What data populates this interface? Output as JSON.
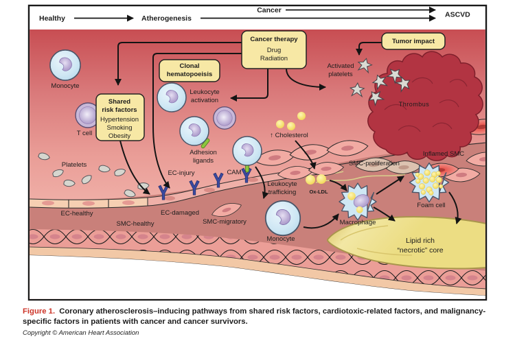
{
  "figure": {
    "timeline": {
      "healthy": "Healthy",
      "atherogenesis": "Atherogenesis",
      "cancer": "Cancer",
      "ascvd": "ASCVD"
    },
    "boxes": {
      "cancer_therapy": {
        "title": "Cancer therapy",
        "items": [
          "Drug",
          "Radiation"
        ]
      },
      "tumor_impact": {
        "title": "Tumor impact"
      },
      "clonal_hematopoiesis": {
        "line1": "Clonal",
        "line2": "hematopoeisis"
      },
      "shared_risk_factors": {
        "line1": "Shared",
        "line2": "risk factors",
        "items": [
          "Hypertension",
          "Smoking",
          "Obesity"
        ]
      }
    },
    "labels": {
      "monocyte_lumen": "Monocyte",
      "t_cell": "T cell",
      "platelets": "Platelets",
      "leukocyte_activation_1": "Leukocyte",
      "leukocyte_activation_2": "activation",
      "adhesion_ligands_1": "Adhesion",
      "adhesion_ligands_2": "ligands",
      "cam": "CAM",
      "ec_injury": "EC-injury",
      "ec_healthy": "EC-healthy",
      "ec_damaged": "EC-damaged",
      "smc_healthy": "SMC-healthy",
      "smc_migratory": "SMC-migratory",
      "leukocyte_trafficking_1": "Leukocyte",
      "leukocyte_trafficking_2": "trafficking",
      "monocyte_intima": "Monocyte",
      "cholesterol": "↑ Cholesterol",
      "ox_ldl": "Ox-LDL",
      "macrophage": "Macrophage",
      "foam_cell": "Foam cell",
      "smc_proliferation": "SMC-proliferation",
      "inflamed_smc": "Inflamed SMC",
      "activated_platelets_1": "Activated",
      "activated_platelets_2": "platelets",
      "thrombus": "Thrombus",
      "lipid_core_1": "Lipid rich",
      "lipid_core_2": "“necrotic” core"
    },
    "caption": {
      "label": "Figure 1.",
      "line1": "Coronary atherosclerosis–inducing pathways from shared risk factors, cardiotoxic-related factors, and malignancy-",
      "line2": "specific factors in patients with cancer and cancer survivors.",
      "copyright": "Copyright © American Heart Association"
    },
    "colors": {
      "figure_label_red": "#cc3327",
      "note_box_fill": "#f7e8a5",
      "note_box_border": "#222222",
      "lumen_top": "#c84e53",
      "lumen_bottom": "#f0b0a8",
      "intima": "#c9807a",
      "smc_band": "#eb9e97",
      "adventitia": "#f2c8a6",
      "thrombus": "#b23442",
      "lipid_core": "#efe191",
      "monocyte_body": "#c6e2f2",
      "nucleus_purple": "#9d88bf",
      "cam_receptor": "#3a4aa0",
      "adhesion_ligand": "#8cc63e",
      "ldl_yellow": "#f4d84e",
      "platelet_gray": "#d6d6cf"
    }
  }
}
